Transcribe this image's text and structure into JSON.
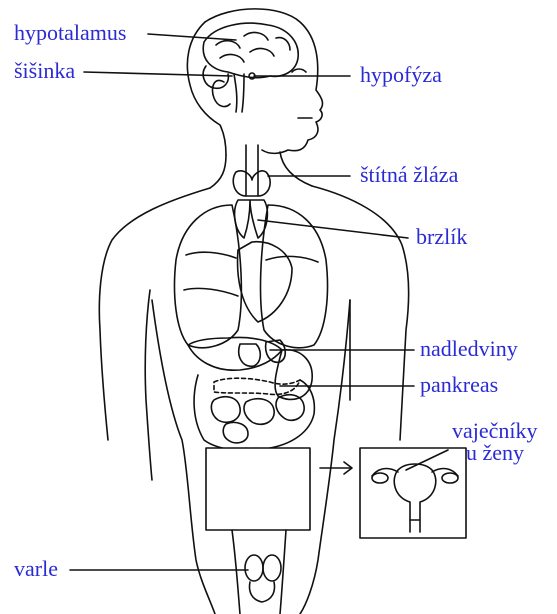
{
  "colors": {
    "label_text": "#2b2bd6",
    "line": "#111111",
    "background": "#ffffff"
  },
  "labels": {
    "hypotalamus": "hypotalamus",
    "sisinka": "šišinka",
    "hypofyza": "hypofýza",
    "stitna_zlaza": "štítná žláza",
    "brzlik": "brzlík",
    "nadledviny": "nadledviny",
    "pankreas": "pankreas",
    "vajecniky_line1": "vaječníky",
    "vajecniky_line2": "u ženy",
    "varle": "varle"
  }
}
